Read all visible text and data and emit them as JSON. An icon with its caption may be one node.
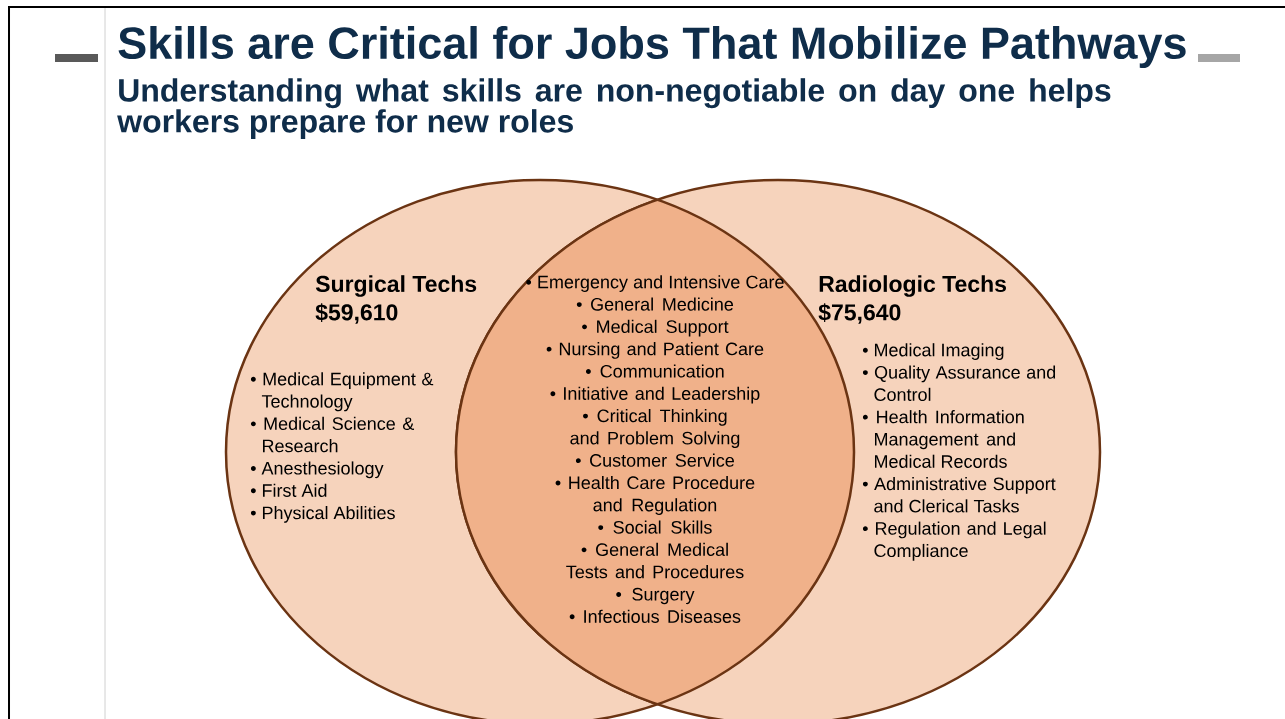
{
  "diagram": {
    "title": "Skills are Critical for Jobs That Mobilize Pathways",
    "nodes": [
      {
        "text": [
          "Surgical Techs",
          "$59,610",
          "• Medical Equipment & Technology",
          "• Medical Science & Research",
          "• Anesthesiology",
          "• First Aid",
          "• Physical Abilities"
        ]
      },
      {
        "text": [
          "Radiologic Techs",
          "$75,640",
          "• Medical Imaging",
          "• Quality Assurance and Control",
          "• Health Information Management and Medical Records",
          "• Administrative Support and Clerical Tasks",
          "• Regulation and Legal Compliance"
        ]
      },
      {
        "text": [
          "• Emergency and Intensive Care",
          "• General Medicine",
          "• Medical Support",
          "• Nursing and Patient Care",
          "• Communication",
          "• Initiative and Leadership",
          "• Critical Thinking and Problem Solving",
          "• Customer Service",
          "• Health Care Procedure and Regulation",
          "• Social Skills",
          "• General Medical Tests and Procedures",
          "• Surgery",
          "• Infectious Diseases"
        ]
      }
    ],
    "labels": [
      "Understanding what skills are non-negotiable on day one helps workers prepare for new roles"
    ]
  }
}
